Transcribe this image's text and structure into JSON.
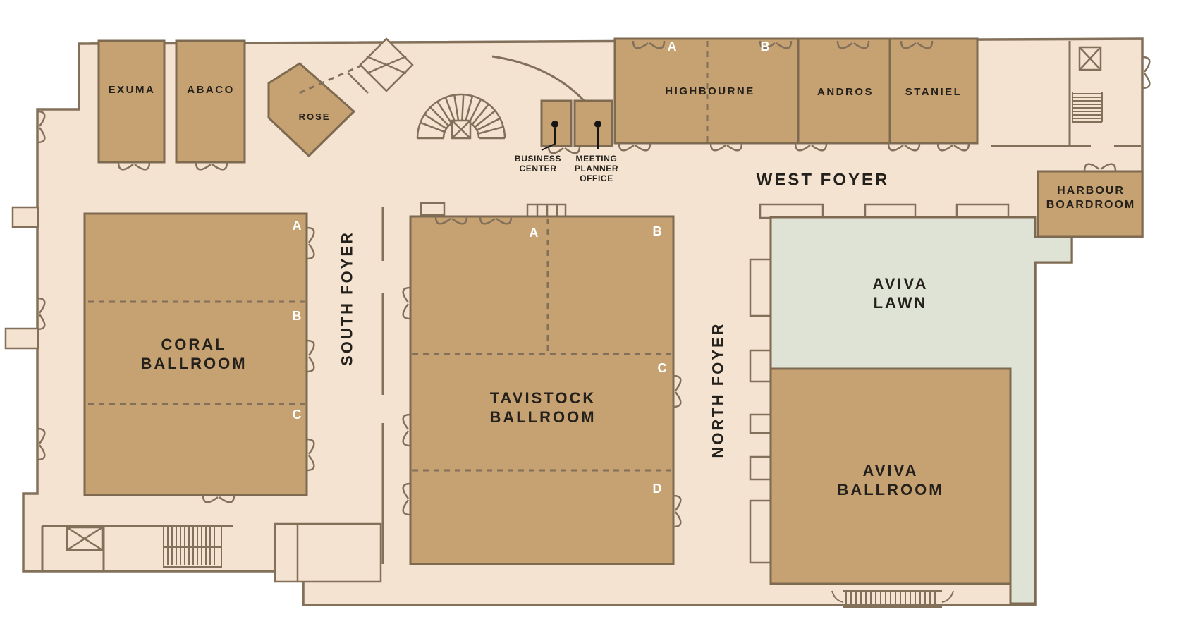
{
  "colors": {
    "floor": "#f4e3d1",
    "room": "#c6a172",
    "lawn": "#dee3d6",
    "wall": "#82705a",
    "text": "#24201b",
    "section_letter": "#ffffff",
    "leader": "#161412"
  },
  "rooms": {
    "exuma": {
      "label": "EXUMA"
    },
    "abaco": {
      "label": "ABACO"
    },
    "rose": {
      "label": "ROSE"
    },
    "business_center": {
      "line1": "BUSINESS",
      "line2": "CENTER"
    },
    "meeting_planner_office": {
      "line1": "MEETING",
      "line2": "PLANNER",
      "line3": "OFFICE"
    },
    "highbourne": {
      "label": "HIGHBOURNE",
      "sections": [
        "A",
        "B"
      ]
    },
    "andros": {
      "label": "ANDROS"
    },
    "staniel": {
      "label": "STANIEL"
    },
    "harbour_boardroom": {
      "line1": "HARBOUR",
      "line2": "BOARDROOM"
    },
    "coral_ballroom": {
      "line1": "CORAL",
      "line2": "BALLROOM",
      "sections": [
        "A",
        "B",
        "C"
      ]
    },
    "tavistock_ballroom": {
      "line1": "TAVISTOCK",
      "line2": "BALLROOM",
      "sections": [
        "A",
        "B",
        "C",
        "D"
      ]
    },
    "aviva_lawn": {
      "line1": "AVIVA",
      "line2": "LAWN"
    },
    "aviva_ballroom": {
      "line1": "AVIVA",
      "line2": "BALLROOM"
    }
  },
  "foyers": {
    "west": "WEST FOYER",
    "south": "SOUTH FOYER",
    "north": "NORTH FOYER"
  },
  "icons": {
    "elevator": "elevator-icon",
    "stairs": "stairs-icon",
    "spiral_staircase": "spiral-staircase-icon",
    "escalator": "escalator-icon"
  }
}
